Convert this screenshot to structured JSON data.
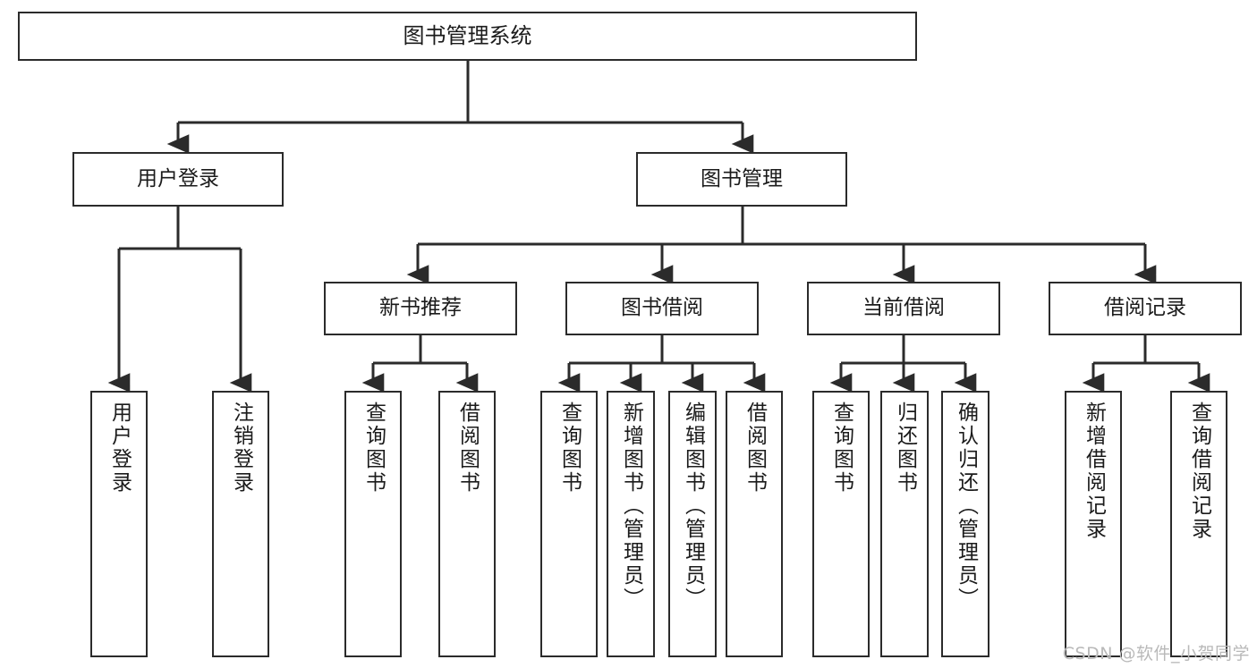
{
  "diagram": {
    "type": "tree-hierarchy",
    "title": "图书管理系统",
    "orientation": "top-down",
    "root": {
      "id": "root",
      "label": "图书管理系统"
    },
    "level2": [
      {
        "id": "user-login",
        "label": "用户登录"
      },
      {
        "id": "book-manage",
        "label": "图书管理"
      }
    ],
    "level3": [
      {
        "id": "new-book-recommend",
        "label": "新书推荐",
        "parent": "book-manage"
      },
      {
        "id": "book-borrow",
        "label": "图书借阅",
        "parent": "book-manage"
      },
      {
        "id": "current-borrow",
        "label": "当前借阅",
        "parent": "book-manage"
      },
      {
        "id": "borrow-record",
        "label": "借阅记录",
        "parent": "book-manage"
      }
    ],
    "leaves": [
      {
        "id": "leaf-user-login",
        "label": "用户登录",
        "parent": "user-login"
      },
      {
        "id": "leaf-user-logout",
        "label": "注销登录",
        "parent": "user-login"
      },
      {
        "id": "leaf-query-book-1",
        "label": "查询图书",
        "parent": "new-book-recommend"
      },
      {
        "id": "leaf-borrow-book-1",
        "label": "借阅图书",
        "parent": "new-book-recommend"
      },
      {
        "id": "leaf-query-book-2",
        "label": "查询图书",
        "parent": "book-borrow"
      },
      {
        "id": "leaf-add-book",
        "label": "新增图书（管理员）",
        "parent": "book-borrow"
      },
      {
        "id": "leaf-edit-book",
        "label": "编辑图书（管理员）",
        "parent": "book-borrow"
      },
      {
        "id": "leaf-borrow-book-2",
        "label": "借阅图书",
        "parent": "book-borrow"
      },
      {
        "id": "leaf-query-book-3",
        "label": "查询图书",
        "parent": "current-borrow"
      },
      {
        "id": "leaf-return-book",
        "label": "归还图书",
        "parent": "current-borrow"
      },
      {
        "id": "leaf-confirm-return",
        "label": "确认归还（管理员）",
        "parent": "current-borrow"
      },
      {
        "id": "leaf-add-record",
        "label": "新增借阅记录",
        "parent": "borrow-record"
      },
      {
        "id": "leaf-query-record",
        "label": "查询借阅记录",
        "parent": "borrow-record"
      }
    ]
  },
  "watermark": {
    "text": "CSDN @软件_小贺同学"
  },
  "colors": {
    "stroke": "#2b2b2b",
    "fill": "#ffffff",
    "text": "#1b1b1b",
    "watermark": "#b9b9b9"
  }
}
